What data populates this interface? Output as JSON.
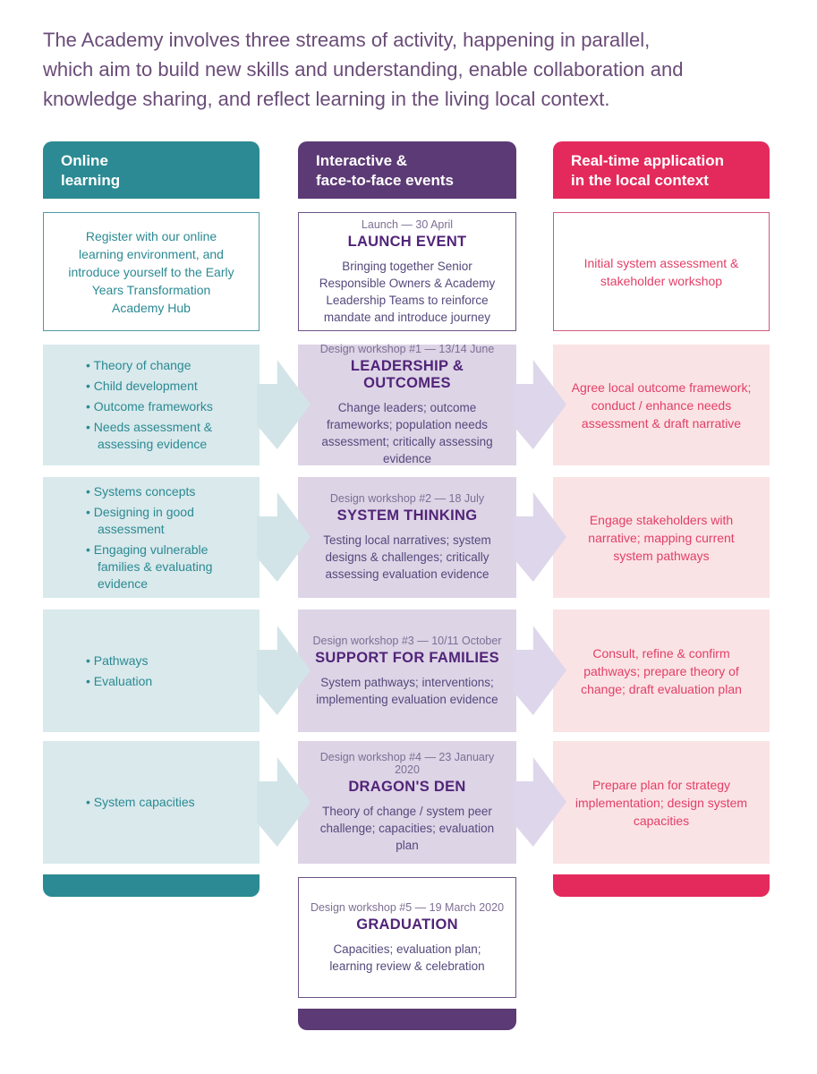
{
  "intro": "The Academy involves three streams of activity, happening in parallel,\nwhich aim to build new skills and understanding, enable collaboration and\nknowledge sharing, and reflect learning in the living local context.",
  "streams": {
    "online": {
      "label": "Online\nlearning",
      "color": "#2b8a93"
    },
    "events": {
      "label": "Interactive &\nface-to-face events",
      "color": "#5c3a75"
    },
    "local": {
      "label": "Real-time application\nin the local context",
      "color": "#e42a5c"
    }
  },
  "online_steps": [
    {
      "text": "Register with our online learning environment, and introduce yourself to the Early Years Transformation Academy Hub"
    },
    {
      "bullets": [
        "Theory of change",
        "Child development",
        "Outcome frameworks",
        "Needs assessment & assessing evidence"
      ]
    },
    {
      "bullets": [
        "Systems concepts",
        "Designing in good assessment",
        "Engaging vulnerable families & evaluating evidence"
      ]
    },
    {
      "bullets": [
        "Pathways",
        "Evaluation"
      ]
    },
    {
      "bullets": [
        "System capacities"
      ]
    }
  ],
  "event_steps": [
    {
      "kicker": "Launch — 30 April",
      "title": "LAUNCH EVENT",
      "body": "Bringing together Senior Responsible Owners & Academy Leadership Teams to reinforce mandate and introduce journey"
    },
    {
      "kicker": "Design workshop #1 — 13/14 June",
      "title": "LEADERSHIP & OUTCOMES",
      "body": "Change leaders; outcome frameworks; population needs assessment; critically assessing evidence"
    },
    {
      "kicker": "Design workshop #2 — 18 July",
      "title": "SYSTEM THINKING",
      "body": "Testing local narratives; system designs & challenges; critically assessing evaluation evidence"
    },
    {
      "kicker": "Design workshop #3 — 10/11 October",
      "title": "SUPPORT FOR FAMILIES",
      "body": "System pathways; interventions; implementing evaluation evidence"
    },
    {
      "kicker": "Design workshop #4 — 23 January 2020",
      "title": "DRAGON'S DEN",
      "body": "Theory of change / system peer challenge; capacities; evaluation plan"
    },
    {
      "kicker": "Design workshop #5 — 19 March 2020",
      "title": "GRADUATION",
      "body": "Capacities; evaluation plan; learning review & celebration"
    }
  ],
  "local_steps": [
    {
      "text": "Initial system assessment & stakeholder workshop"
    },
    {
      "text": "Agree local outcome framework; conduct / enhance needs assessment & draft narrative"
    },
    {
      "text": "Engage stakeholders with narrative; mapping current system pathways"
    },
    {
      "text": "Consult, refine & confirm pathways; prepare theory of change; draft evaluation plan"
    },
    {
      "text": "Prepare plan for strategy implementation; design system capacities"
    }
  ]
}
